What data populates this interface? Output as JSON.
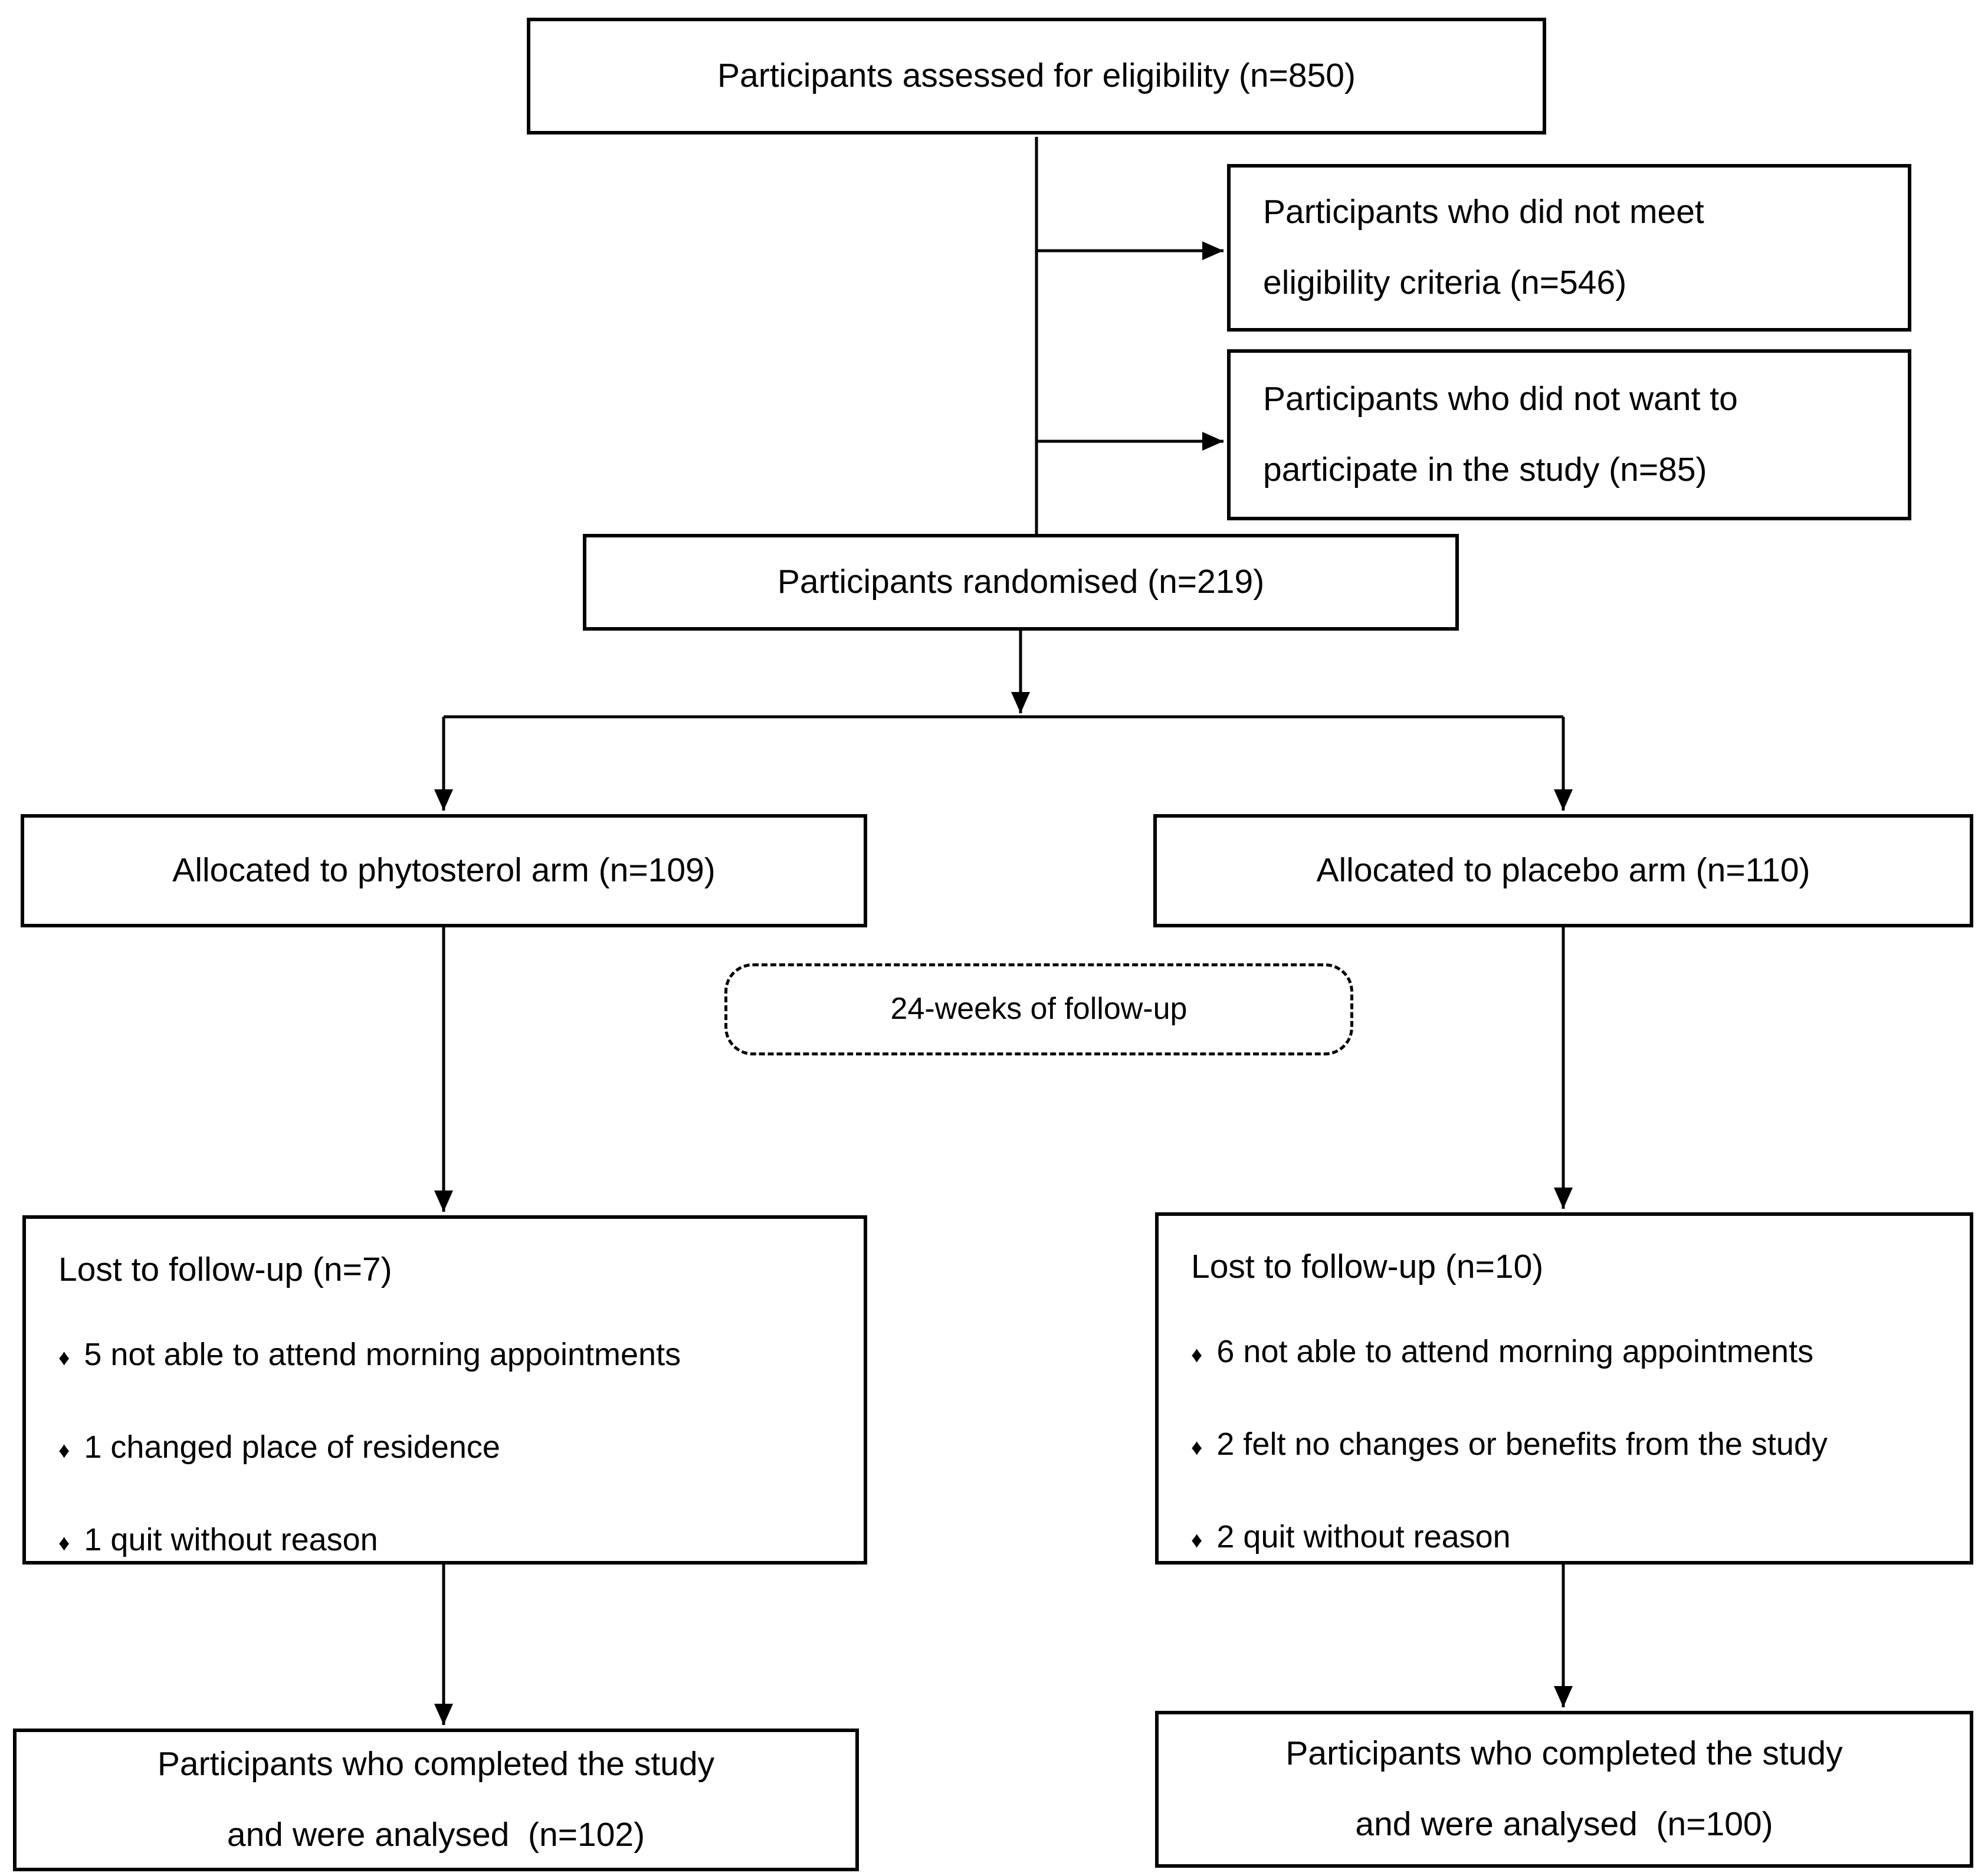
{
  "diagram": {
    "type": "consort-participant-flow",
    "bullet_glyph": "♦",
    "colors": {
      "background": "#ffffff",
      "box_border": "#000000",
      "text": "#000000"
    },
    "boxes": {
      "assessed": {
        "label": "Participants assessed for eligibility (n=850)"
      },
      "not_eligible": {
        "label": "Participants who did not meet\neligibility criteria (n=546)"
      },
      "declined": {
        "label": "Participants who did not want to\nparticipate in the study (n=85)"
      },
      "randomised": {
        "label": "Participants randomised (n=219)"
      },
      "phytosterol_arm": {
        "label": "Allocated to phytosterol arm (n=109)"
      },
      "placebo_arm": {
        "label": "Allocated to placebo arm (n=110)"
      },
      "followup_period": {
        "label": "24-weeks of follow-up"
      },
      "lost_phytosterol": {
        "title": "Lost to follow-up (n=7)",
        "bullets": [
          "5 not able to attend morning appointments",
          "1 changed place of residence",
          "1 quit without reason"
        ]
      },
      "lost_placebo": {
        "title": "Lost to follow-up (n=10)",
        "bullets": [
          "6 not able to attend morning appointments",
          "2 felt no changes or benefits from the study",
          "2 quit without reason"
        ]
      },
      "completed_phytosterol": {
        "label": "Participants who completed the study\nand were analysed  (n=102)"
      },
      "completed_placebo": {
        "label": "Participants who completed the study\nand were analysed  (n=100)"
      }
    }
  }
}
